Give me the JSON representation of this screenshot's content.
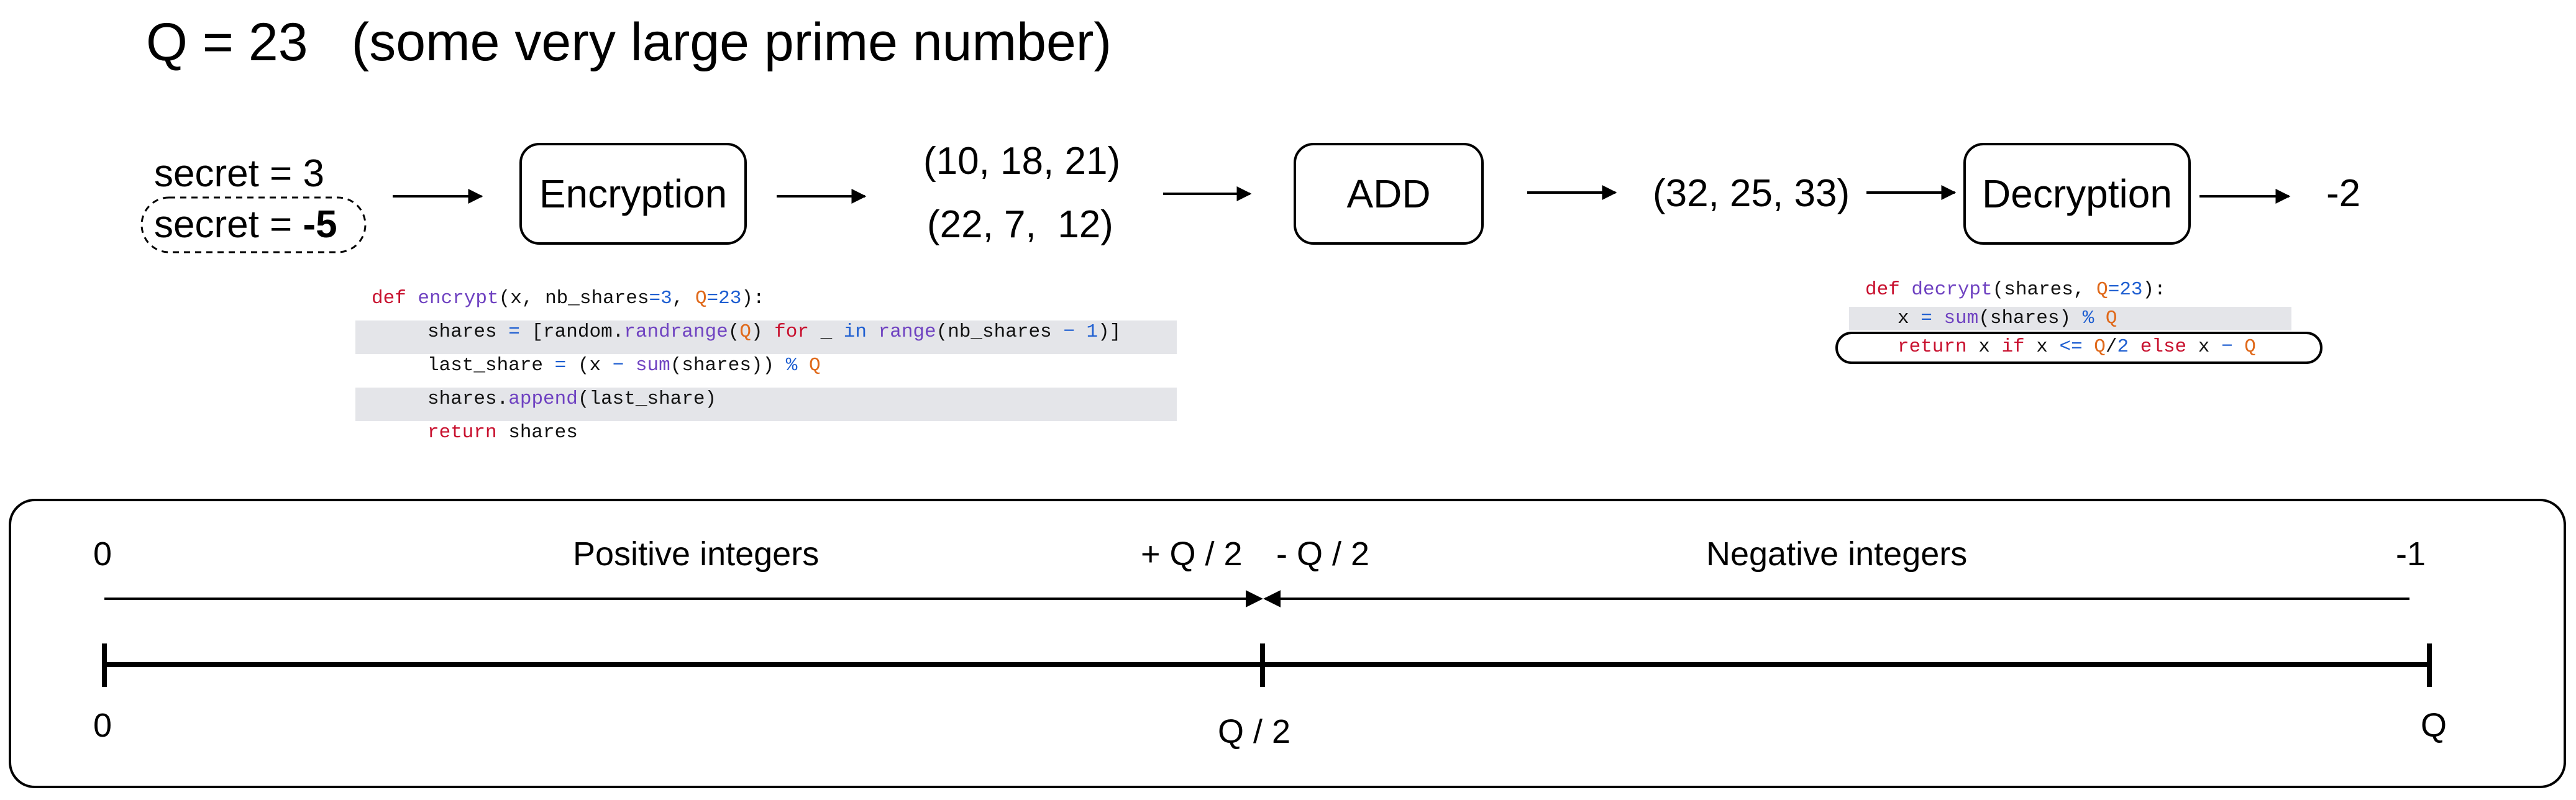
{
  "title": {
    "equation": "Q = 23",
    "note": "(some very large prime number)"
  },
  "inputs": {
    "secret1": {
      "label": "secret = ",
      "value": "3"
    },
    "secret2": {
      "label": "secret = ",
      "value": "-5"
    }
  },
  "boxes": {
    "encryption": "Encryption",
    "add": "ADD",
    "decryption": "Decryption"
  },
  "shares": {
    "set1": "(10, 18, 21)",
    "set2": "(22, 7,  12)",
    "sum": "(32, 25, 33)"
  },
  "result": "-2",
  "encrypt_code": {
    "line1": {
      "def": "def ",
      "name": "encrypt",
      "open": "(x, nb_shares",
      "eq": "=",
      "num": "3",
      "comma": ", ",
      "q": "Q",
      "eq2": "=",
      "num2": "23",
      "close": "):"
    },
    "line2": {
      "a": "shares ",
      "eq": "=",
      "b": " [random.",
      "fn": "randrange",
      "c": "(",
      "q": "Q",
      "d": ") ",
      "for": "for",
      "e": " _ ",
      "in": "in",
      "f": " ",
      "range": "range",
      "g": "(nb_shares ",
      "minus": "−",
      "h": " ",
      "one": "1",
      "i": ")]"
    },
    "line3": {
      "a": "last_share ",
      "eq": "=",
      "b": " (x ",
      "minus": "−",
      "c": " ",
      "sum": "sum",
      "d": "(shares)) ",
      "mod": "%",
      "e": " ",
      "q": "Q"
    },
    "line4": {
      "a": "shares.",
      "append": "append",
      "b": "(last_share)"
    },
    "line5": {
      "ret": "return",
      "a": " shares"
    }
  },
  "decrypt_code": {
    "line1": {
      "def": "def ",
      "name": "decrypt",
      "open": "(shares, ",
      "q": "Q",
      "eq": "=",
      "num": "23",
      "close": "):"
    },
    "line2": {
      "a": "x ",
      "eq": "=",
      "b": " ",
      "sum": "sum",
      "c": "(shares) ",
      "mod": "%",
      "d": " ",
      "q": "Q"
    },
    "line3": {
      "ret": "return",
      "a": " x ",
      "if": "if",
      "b": " x ",
      "le": "<=",
      "c": " ",
      "q": "Q",
      "d": "/",
      "two": "2",
      "e": " ",
      "else": "else",
      "f": " x ",
      "minus": "−",
      "g": " ",
      "q2": "Q"
    }
  },
  "number_line": {
    "top_left": "0",
    "positive": "Positive integers",
    "plus_half": "+ Q / 2",
    "minus_half": "- Q / 2",
    "negative": "Negative integers",
    "top_right": "-1",
    "bottom_left": "0",
    "bottom_mid": "Q / 2",
    "bottom_right": "Q"
  }
}
